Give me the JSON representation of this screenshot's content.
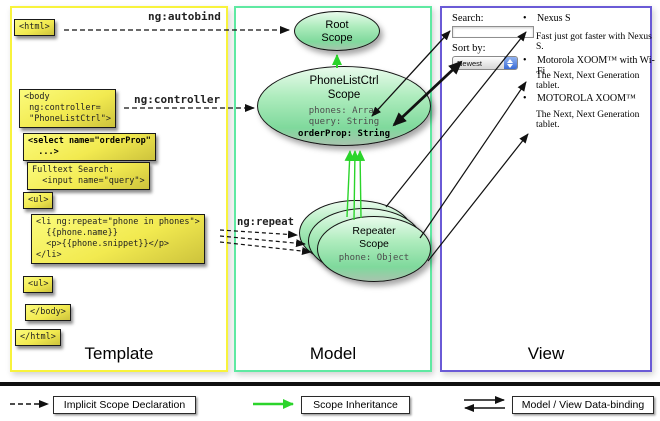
{
  "columns": {
    "template": "Template",
    "model": "Model",
    "view": "View"
  },
  "code_boxes": {
    "html_open": "<html>",
    "body_open": "<body\n ng:controller=\n \"PhoneListCtrl\">",
    "select_order": "<select name=\"orderProp\"\n  ...>",
    "fulltext": "Fulltext Search:\n  <input name=\"query\">",
    "ul_open": "<ul>",
    "li_repeat": "<li ng:repeat=\"phone in phones\">\n  {{phone.name}}\n  <p>{{phone.snippet}}</p>\n</li>",
    "ul_close": "<ul>",
    "body_close": "</body>",
    "html_close": "</html>"
  },
  "directives": {
    "autobind": "ng:autobind",
    "controller": "ng:controller",
    "repeat": "ng:repeat"
  },
  "scopes": {
    "root": {
      "title": "Root\nScope"
    },
    "phonelist": {
      "title": "PhoneListCtrl\nScope",
      "prop_phones": "phones: Array",
      "prop_query": "query: String",
      "prop_order": "orderProp: String"
    },
    "repeater": {
      "title": "Repeater\nScope",
      "prop_phone": "phone: Object"
    }
  },
  "view": {
    "search_label": "Search:",
    "search_value": "",
    "sort_label": "Sort by:",
    "sort_value": "Newest",
    "bullet": "•",
    "items": [
      {
        "name": "Nexus S",
        "desc": "Fast just got faster with Nexus S."
      },
      {
        "name": "Motorola XOOM™ with Wi-Fi",
        "desc": "The Next, Next Generation tablet."
      },
      {
        "name": "MOTOROLA XOOM™",
        "desc": "The Next, Next Generation tablet."
      }
    ]
  },
  "legend": {
    "implicit": "Implicit Scope Declaration",
    "inheritance": "Scope Inheritance",
    "binding": "Model / View Data-binding"
  },
  "colors": {
    "template_border": "#f8f33c",
    "model_border": "#5fe9a2",
    "view_border": "#6a5ad6",
    "code_box_yellow": "#f2ea50",
    "scope_fill_green": "#8fdfa6",
    "inheritance_arrow_green": "#2bd42b",
    "arrow_black": "#111111"
  }
}
